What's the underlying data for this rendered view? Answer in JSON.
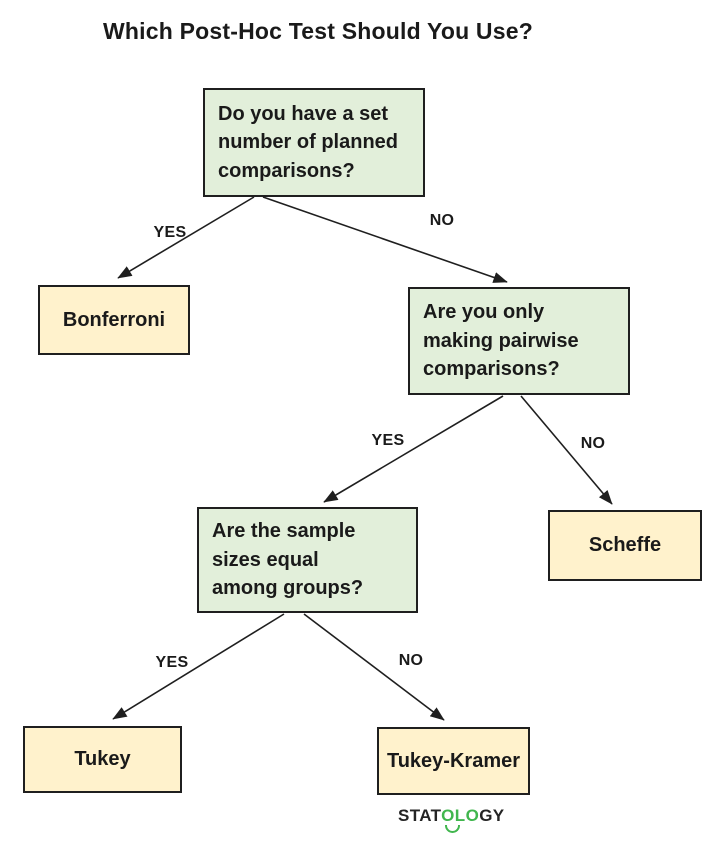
{
  "title": "Which Post-Hoc Test Should You Use?",
  "flowchart": {
    "q1": {
      "text": "Do you have a set\nnumber of planned\ncomparisons?",
      "yes_label": "YES",
      "no_label": "NO"
    },
    "q2": {
      "text": "Are you only\nmaking pairwise\ncomparisons?",
      "yes_label": "YES",
      "no_label": "NO"
    },
    "q3": {
      "text": "Are the sample\nsizes equal\namong groups?",
      "yes_label": "YES",
      "no_label": "NO"
    },
    "answers": {
      "bonferroni": "Bonferroni",
      "scheffe": "Scheffe",
      "tukey": "Tukey",
      "tukey_kramer": "Tukey-Kramer"
    }
  },
  "logo": {
    "prefix": "STAT",
    "green_letters": "OLO",
    "suffix": "GY"
  },
  "colors": {
    "question_fill": "#e2efda",
    "answer_fill": "#fff2cc",
    "box_border": "#1f1f1f",
    "arrow": "#1f1f1f",
    "text": "#1a1a1a",
    "logo_dark": "#242424",
    "logo_green": "#41b64e"
  }
}
